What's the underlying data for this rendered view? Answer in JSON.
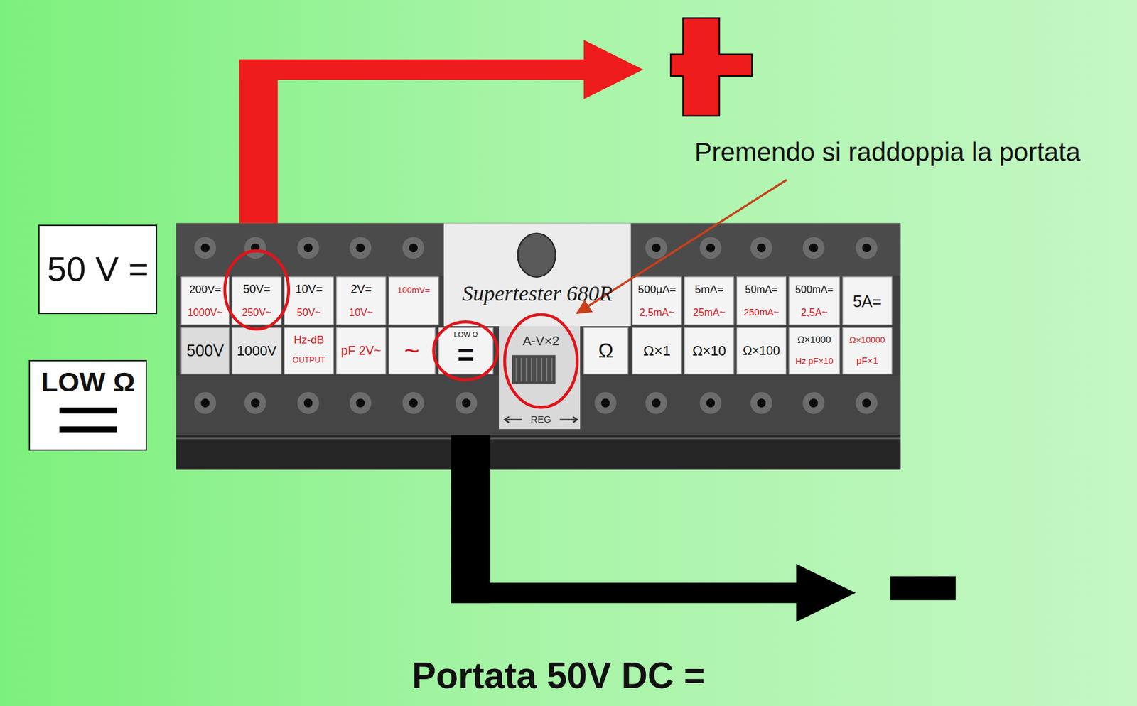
{
  "diagram": {
    "caption": "Portata 50V DC =",
    "nodes": [
      {
        "text": [
          "50 V ="
        ]
      },
      {
        "text": [
          "LOW Ω"
        ]
      }
    ],
    "labels": [
      "Premendo si raddoppia la portata",
      "200V=",
      "1000V~",
      "50V=",
      "250V~",
      "10V=",
      "50V~",
      "2V=",
      "10V~",
      "100mV=",
      "Supertester 680R",
      "500μA=",
      "2,5mA~",
      "5mA=",
      "25mA~",
      "50mA=",
      "250mA~",
      "500mA=",
      "2,5A~",
      "5A=",
      "500V",
      "1000V",
      "Hz-dB",
      "OUTPUT",
      "pF 2V~",
      "~",
      "LOW Ω",
      "=",
      "A-V×2",
      "Ω",
      "Ω×1",
      "Ω×10",
      "Ω×100",
      "Ω×1000",
      "Hz pF×10",
      "Ω×10000",
      "pF×1",
      "REG"
    ]
  }
}
